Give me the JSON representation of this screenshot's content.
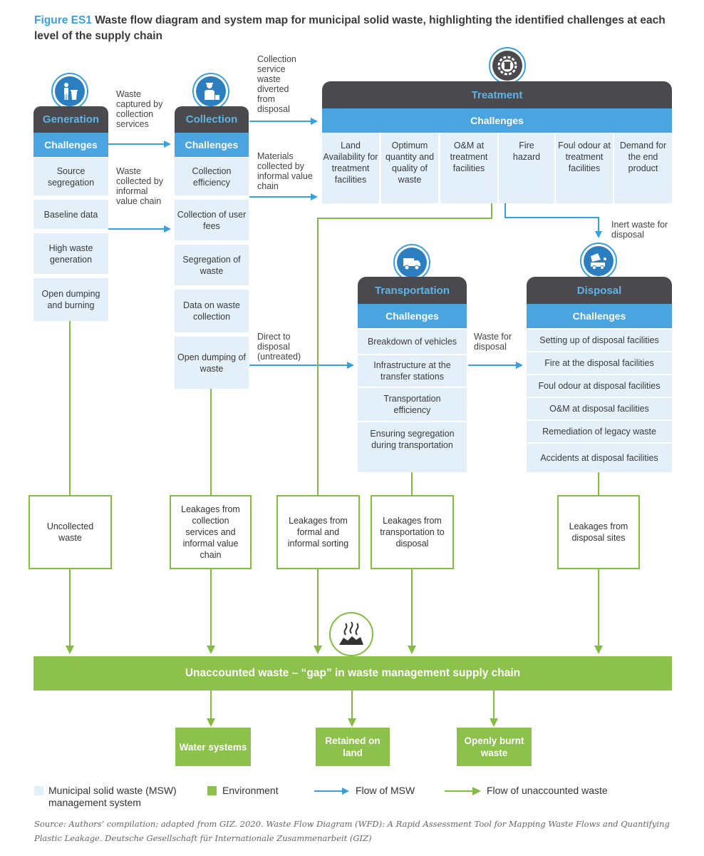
{
  "figure": {
    "label": "Figure ES1",
    "title": "Waste flow diagram and system map for municipal solid waste, highlighting the identified challenges at each level of the supply chain"
  },
  "generation": {
    "title": "Generation",
    "challenges_label": "Challenges",
    "items": [
      "Source segregation",
      "Baseline data",
      "High waste generation",
      "Open dumping and burning"
    ]
  },
  "collection": {
    "title": "Collection",
    "challenges_label": "Challenges",
    "items": [
      "Collection efficiency",
      "Collection of user fees",
      "Segregation of waste",
      "Data on waste collection",
      "Open dumping of waste"
    ]
  },
  "treatment": {
    "title": "Treatment",
    "challenges_label": "Challenges",
    "items": [
      "Land Availability for treatment facilities",
      "Optimum quantity and quality of waste",
      "O&M at treatment facilities",
      "Fire hazard",
      "Foul odour at treatment facilities",
      "Demand for the end product"
    ]
  },
  "transportation": {
    "title": "Transportation",
    "challenges_label": "Challenges",
    "items": [
      "Breakdown of vehicles",
      "Infrastructure at the transfer stations",
      "Transportation efficiency",
      "Ensuring segregation during transportation"
    ]
  },
  "disposal": {
    "title": "Disposal",
    "challenges_label": "Challenges",
    "items": [
      "Setting up of disposal facilities",
      "Fire at the disposal facilities",
      "Foul odour at disposal facilities",
      "O&M at disposal facilities",
      "Remediation of legacy waste",
      "Accidents at disposal facilities"
    ]
  },
  "flows": {
    "captured": "Waste captured by collection services",
    "informal": "Waste collected by informal value chain",
    "diverted": "Collection service waste diverted from disposal",
    "materials": "Materials collected by informal value chain",
    "inert": "Inert waste for disposal",
    "direct": "Direct to disposal (untreated)",
    "for_disposal": "Waste for disposal"
  },
  "leakages": [
    "Uncollected waste",
    "Leakages from collection services and informal value chain",
    "Leakages from formal and informal sorting",
    "Leakages from transportation to disposal",
    "Leakages from disposal sites"
  ],
  "gap": "Unaccounted waste – “gap” in waste management supply chain",
  "environment": [
    "Water systems",
    "Retained on land",
    "Openly burnt waste"
  ],
  "legend": {
    "msw": "Municipal solid waste (MSW) management system",
    "env": "Environment",
    "flow_msw": "Flow of MSW",
    "flow_unacc": "Flow of unaccounted waste"
  },
  "source": "Source: Authors’ compilation; adapted from GIZ. 2020. Waste Flow Diagram (WFD): A Rapid Assessment Tool for Mapping Waste Flows and Quantifying Plastic Leakage. Deutsche Gesellschaft für Internationale Zusammenarbeit (GIZ)",
  "colors": {
    "blue": "#4aa4df",
    "dark_header": "#4a4a4e",
    "light_blue": "#e4f0f9",
    "green": "#8cc14c",
    "arrow_blue": "#3aa0d9",
    "arrow_green": "#84bc41"
  },
  "icons": [
    "person-bin-icon",
    "worker-icon",
    "gear-bin-icon",
    "truck-icon",
    "dump-truck-icon",
    "burning-waste-icon"
  ]
}
